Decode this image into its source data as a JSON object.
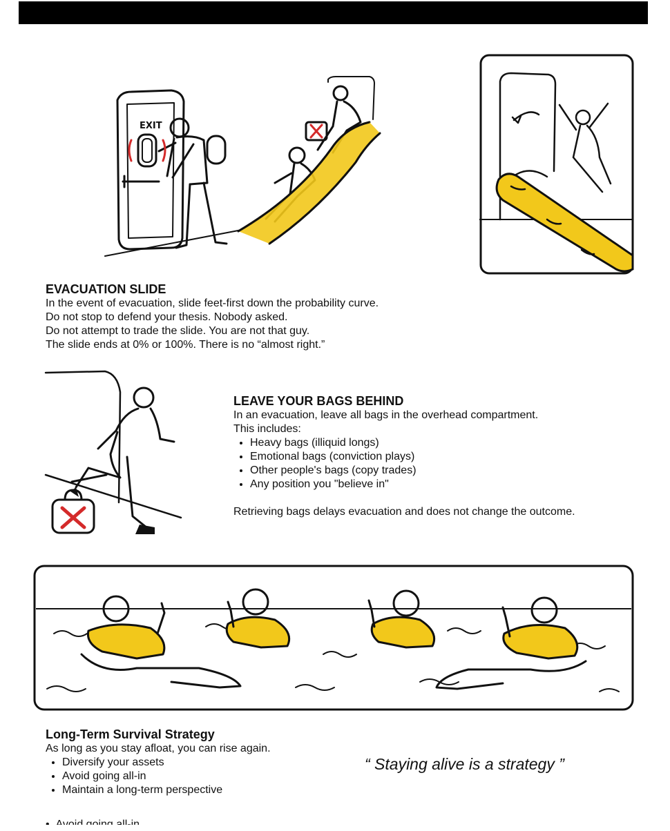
{
  "evacuation": {
    "exit_sign": "EXIT",
    "title": "EVACUATION SLIDE",
    "lines": [
      "In the event of evacuation, slide feet-first down the probability curve.",
      "Do not stop to defend your thesis. Nobody asked.",
      "Do not attempt to trade the slide. You are not that guy.",
      "The slide ends at 0% or 100%. There is no “almost right.”"
    ]
  },
  "bags": {
    "title": "LEAVE YOUR BAGS BEHIND",
    "intro": "In an evacuation, leave all bags in the overhead compartment.",
    "includes_label": "This includes:",
    "items": [
      "Heavy bags (illiquid longs)",
      "Emotional bags (conviction plays)",
      "Other people's bags (copy trades)",
      "Any position you \"believe in\""
    ],
    "note": "Retrieving bags delays evacuation and does not change the outcome."
  },
  "survival": {
    "title": "Long-Term Survival Strategy",
    "intro": "As long as you stay afloat, you can rise again.",
    "items": [
      "Diversify your assets",
      "Avoid going all-in",
      "Maintain a long-term perspective"
    ],
    "quote": "“ Staying alive is a strategy ”",
    "cutoff_item": "Avoid going all-in"
  },
  "colors": {
    "accent_yellow": "#f2c81b",
    "mark_red": "#d42a2a",
    "ink": "#111111"
  }
}
